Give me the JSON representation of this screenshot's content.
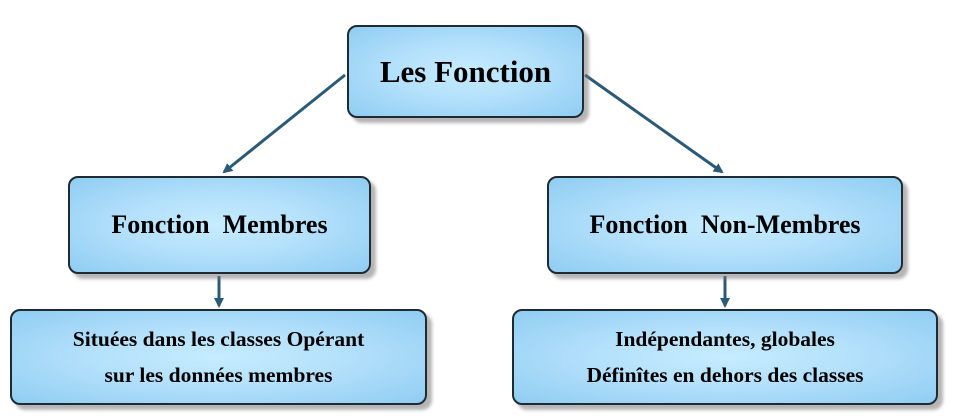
{
  "diagram": {
    "root": {
      "label": "Les Fonction"
    },
    "members": {
      "label": "Fonction  Membres",
      "description": {
        "line1": "Situées dans les classes Opérant",
        "line2": "sur les données membres"
      }
    },
    "non_members": {
      "label": "Fonction  Non-Membres",
      "description": {
        "line1": "Indépendantes, globales",
        "line2": "Définîtes en dehors des classes"
      }
    },
    "colors": {
      "connector": "#2a5a78",
      "node_fill": "#b3e0fb",
      "node_border": "#1f2a33"
    }
  }
}
